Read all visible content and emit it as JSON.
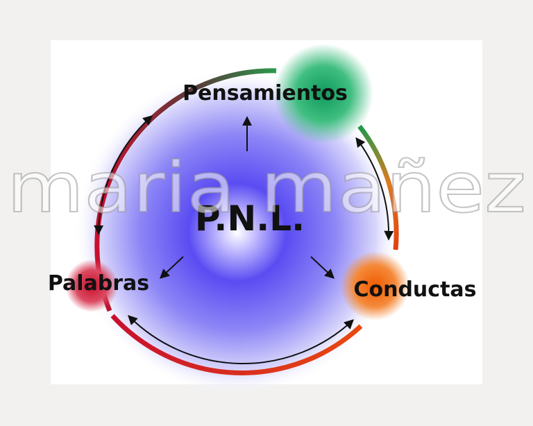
{
  "diagram": {
    "center": {
      "label": "P.N.L."
    },
    "nodes": [
      {
        "id": "pensamientos",
        "label": "Pensamientos",
        "color": "#1fae6c"
      },
      {
        "id": "conductas",
        "label": "Conductas",
        "color": "#f06a10"
      },
      {
        "id": "palabras",
        "label": "Palabras",
        "color": "#c8102e"
      }
    ],
    "ring_colors": [
      "#2a9a4a",
      "#e04020",
      "#c8102e"
    ],
    "hub_color": "#5a4cf2"
  },
  "watermark": {
    "text": "maria mañez"
  }
}
